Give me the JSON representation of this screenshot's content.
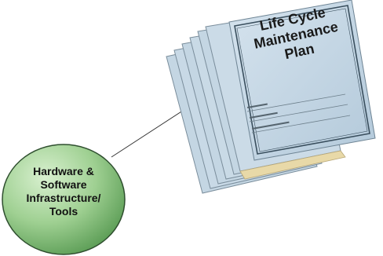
{
  "document": {
    "title_lines": [
      "Life Cycle",
      "Maintenance",
      "Plan"
    ],
    "page_color": "#bfd3e2",
    "edge_color": "#e8d9a8",
    "border_color": "#3a4f5e"
  },
  "node": {
    "label_lines": [
      "Hardware &",
      "Software",
      "Infrastructure/",
      "Tools"
    ],
    "fill_color": "#8fc98a",
    "stroke_color": "#2f4f2f"
  },
  "connector": {
    "color": "#333333"
  }
}
